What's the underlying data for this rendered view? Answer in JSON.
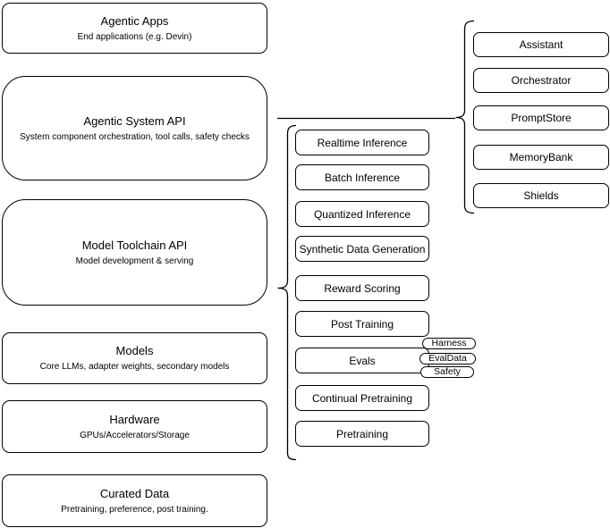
{
  "diagram": {
    "left_column": [
      {
        "title": "Agentic Apps",
        "subtitle": "End applications (e.g. Devin)"
      },
      {
        "title": "Agentic System API",
        "subtitle": "System component orchestration, tool calls, safety checks"
      },
      {
        "title": "Model Toolchain API",
        "subtitle": "Model development & serving"
      },
      {
        "title": "Models",
        "subtitle": "Core LLMs, adapter weights, secondary models"
      },
      {
        "title": "Hardware",
        "subtitle": "GPUs/Accelerators/Storage"
      },
      {
        "title": "Curated Data",
        "subtitle": "Pretraining, preference, post training."
      }
    ],
    "toolchain_items": [
      {
        "label": "Realtime Inference"
      },
      {
        "label": "Batch Inference"
      },
      {
        "label": "Quantized Inference"
      },
      {
        "label": "Synthetic Data Generation"
      },
      {
        "label": "Reward Scoring"
      },
      {
        "label": "Post Training"
      },
      {
        "label": "Evals"
      },
      {
        "label": "Continual Pretraining"
      },
      {
        "label": "Pretraining"
      }
    ],
    "system_components": [
      {
        "label": "Assistant"
      },
      {
        "label": "Orchestrator"
      },
      {
        "label": "PromptStore"
      },
      {
        "label": "MemoryBank"
      },
      {
        "label": "Shields"
      }
    ],
    "eval_tags": [
      {
        "label": "Harness"
      },
      {
        "label": "EvalData"
      },
      {
        "label": "Safety"
      }
    ],
    "colors": {
      "stroke": "#000000",
      "fill": "#ffffff",
      "background": "#ffffff"
    }
  }
}
